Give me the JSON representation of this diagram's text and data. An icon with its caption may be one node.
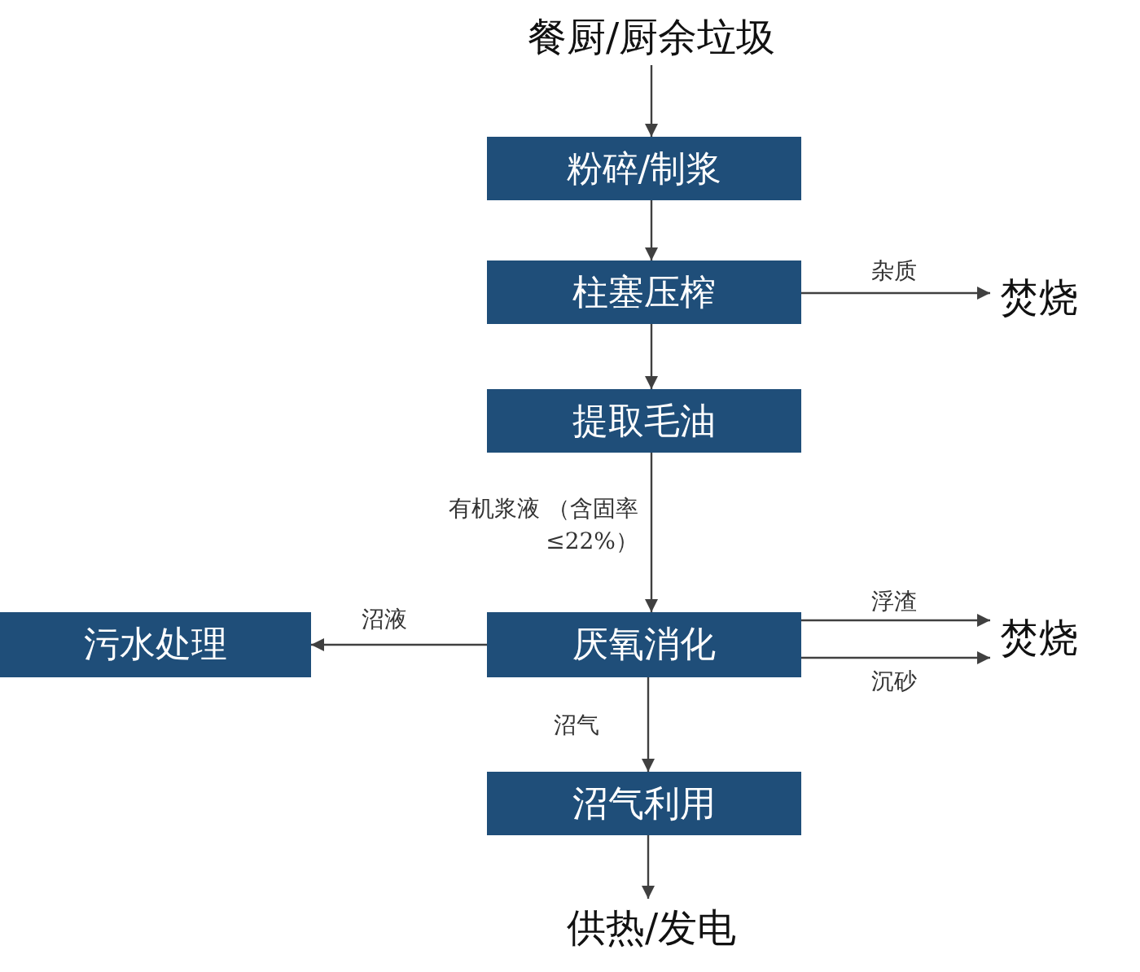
{
  "diagram": {
    "nodes": [
      {
        "text": [
          "餐厨/厨余垃圾"
        ]
      },
      {
        "text": [
          "粉碎/制浆"
        ]
      },
      {
        "text": [
          "柱塞压榨"
        ]
      },
      {
        "text": [
          "焚烧"
        ]
      },
      {
        "text": [
          "提取毛油"
        ]
      },
      {
        "text": [
          "污水处理"
        ]
      },
      {
        "text": [
          "厌氧消化"
        ]
      },
      {
        "text": [
          "焚烧"
        ]
      },
      {
        "text": [
          "沼气利用"
        ]
      },
      {
        "text": [
          "供热/发电"
        ]
      }
    ],
    "edges": [
      {
        "from": 0,
        "to": 1,
        "arrow": "to"
      },
      {
        "from": 1,
        "to": 2,
        "arrow": "to"
      },
      {
        "from": 2,
        "to": 3,
        "arrow": "to",
        "label": "杂质"
      },
      {
        "from": 2,
        "to": 4,
        "arrow": "to"
      },
      {
        "from": 4,
        "to": 6,
        "arrow": "to",
        "label": "有机浆液 （含固率≤22%）"
      },
      {
        "from": 6,
        "to": 5,
        "arrow": "to",
        "label": "沼液"
      },
      {
        "from": 6,
        "to": 7,
        "arrow": "to",
        "label": "浮渣"
      },
      {
        "from": 6,
        "to": 7,
        "arrow": "to",
        "label": "沉砂"
      },
      {
        "from": 6,
        "to": 8,
        "arrow": "to",
        "label": "沼气"
      },
      {
        "from": 8,
        "to": 9,
        "arrow": "to"
      }
    ]
  }
}
